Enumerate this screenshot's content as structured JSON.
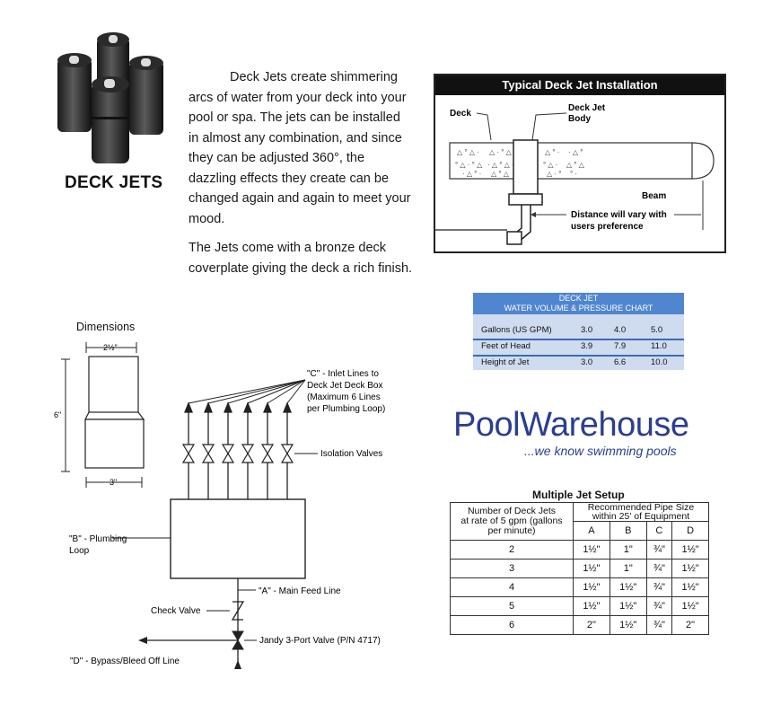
{
  "product": {
    "title": "DECK JETS"
  },
  "description": {
    "p1": "Deck Jets create shimmering arcs of water from your deck into your pool or spa. The jets can be installed in almost any combination, and since they can be adjusted 360°, the dazzling effects they create can be changed again and again to meet your mood.",
    "p2": "The Jets come with a bronze deck coverplate giving the deck a rich finish."
  },
  "installation": {
    "title": "Typical Deck Jet Installation",
    "label_deck": "Deck",
    "label_body_1": "Deck Jet",
    "label_body_2": "Body",
    "label_beam": "Beam",
    "label_distance_1": "Distance will vary with",
    "label_distance_2": "users preference"
  },
  "pressure_chart": {
    "title_1": "DECK JET",
    "title_2": "WATER VOLUME & PRESSURE CHART",
    "rows": [
      {
        "label": "Gallons (US GPM)",
        "values": [
          "3.0",
          "4.0",
          "5.0"
        ]
      },
      {
        "label": "Feet of Head",
        "values": [
          "3.9",
          "7.9",
          "11.0"
        ]
      },
      {
        "label": "Height of Jet",
        "values": [
          "3.0",
          "6.6",
          "10.0"
        ]
      }
    ]
  },
  "brand": {
    "name_a": "Pool",
    "name_b": "Warehouse",
    "tagline": "...we know swimming pools",
    "color": "#2a3e91"
  },
  "dimensions": {
    "title": "Dimensions",
    "top": "2½\"",
    "height": "6\"",
    "bottom": "3\""
  },
  "plumbing": {
    "inlet_1": "\"C\" - Inlet Lines to",
    "inlet_2": "Deck Jet Deck Box",
    "inlet_3": "(Maximum 6 Lines",
    "inlet_4": "per Plumbing Loop)",
    "isolation": "Isolation Valves",
    "loop_1": "\"B\" - Plumbing",
    "loop_2": "Loop",
    "feed": "\"A\" - Main Feed Line",
    "check": "Check Valve",
    "jandy": "Jandy 3-Port Valve (P/N 4717)",
    "bypass": "\"D\" - Bypass/Bleed Off Line"
  },
  "multiple_jet": {
    "title": "Multiple Jet Setup",
    "col_left_1": "Number of Deck Jets",
    "col_left_2": "at rate of 5 gpm (gallons",
    "col_left_3": "per minute)",
    "col_right_1": "Recommended Pipe Size",
    "col_right_2": "within 25' of Equipment",
    "sub": [
      "A",
      "B",
      "C",
      "D"
    ],
    "rows": [
      [
        "2",
        "1½\"",
        "1\"",
        "¾\"",
        "1½\""
      ],
      [
        "3",
        "1½\"",
        "1\"",
        "¾\"",
        "1½\""
      ],
      [
        "4",
        "1½\"",
        "1½\"",
        "¾\"",
        "1½\""
      ],
      [
        "5",
        "1½\"",
        "1½\"",
        "¾\"",
        "1½\""
      ],
      [
        "6",
        "2\"",
        "1½\"",
        "¾\"",
        "2\""
      ]
    ]
  }
}
